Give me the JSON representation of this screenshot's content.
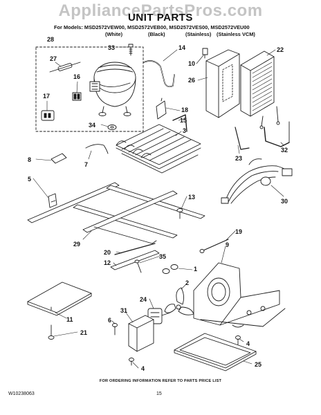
{
  "watermark": "AppliancePartsPros.com",
  "title": "UNIT PARTS",
  "models_line": "For Models: MSD2572VEW00, MSD2572VEB00, MSD2572VES00, MSD2572VEU00",
  "variants": [
    "(White)",
    "(Black)",
    "(Stainless)",
    "(Stainless VCM)"
  ],
  "callouts": {
    "c28": "28",
    "c27": "27",
    "c16": "16",
    "c17": "17",
    "c33": "33",
    "c14": "14",
    "c10": "10",
    "c26": "26",
    "c22": "22",
    "c18": "18",
    "c15": "15",
    "c3": "3",
    "c34": "34",
    "c8": "8",
    "c7": "7",
    "c23": "23",
    "c32": "32",
    "c5": "5",
    "c13": "13",
    "c30": "30",
    "c29": "29",
    "c20": "20",
    "c12": "12",
    "c35": "35",
    "c19": "19",
    "c9": "9",
    "c1": "1",
    "c2": "2",
    "c24": "24",
    "c31": "31",
    "c6": "6",
    "c11": "11",
    "c21": "21",
    "c4a": "4",
    "c4b": "4",
    "c25": "25"
  },
  "footer": {
    "ordering": "FOR ORDERING INFORMATION REFER TO PARTS PRICE LIST",
    "doc_number": "W10238063",
    "page": "15"
  }
}
